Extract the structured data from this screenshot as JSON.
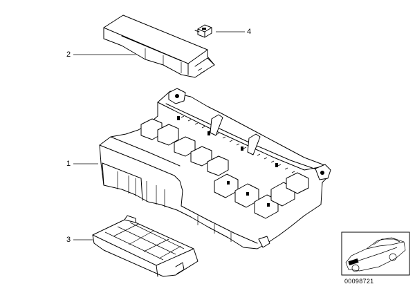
{
  "callouts": [
    {
      "id": "1",
      "label": "1"
    },
    {
      "id": "2",
      "label": "2"
    },
    {
      "id": "3",
      "label": "3"
    },
    {
      "id": "4",
      "label": "4"
    }
  ],
  "diagram_code": "00098721"
}
